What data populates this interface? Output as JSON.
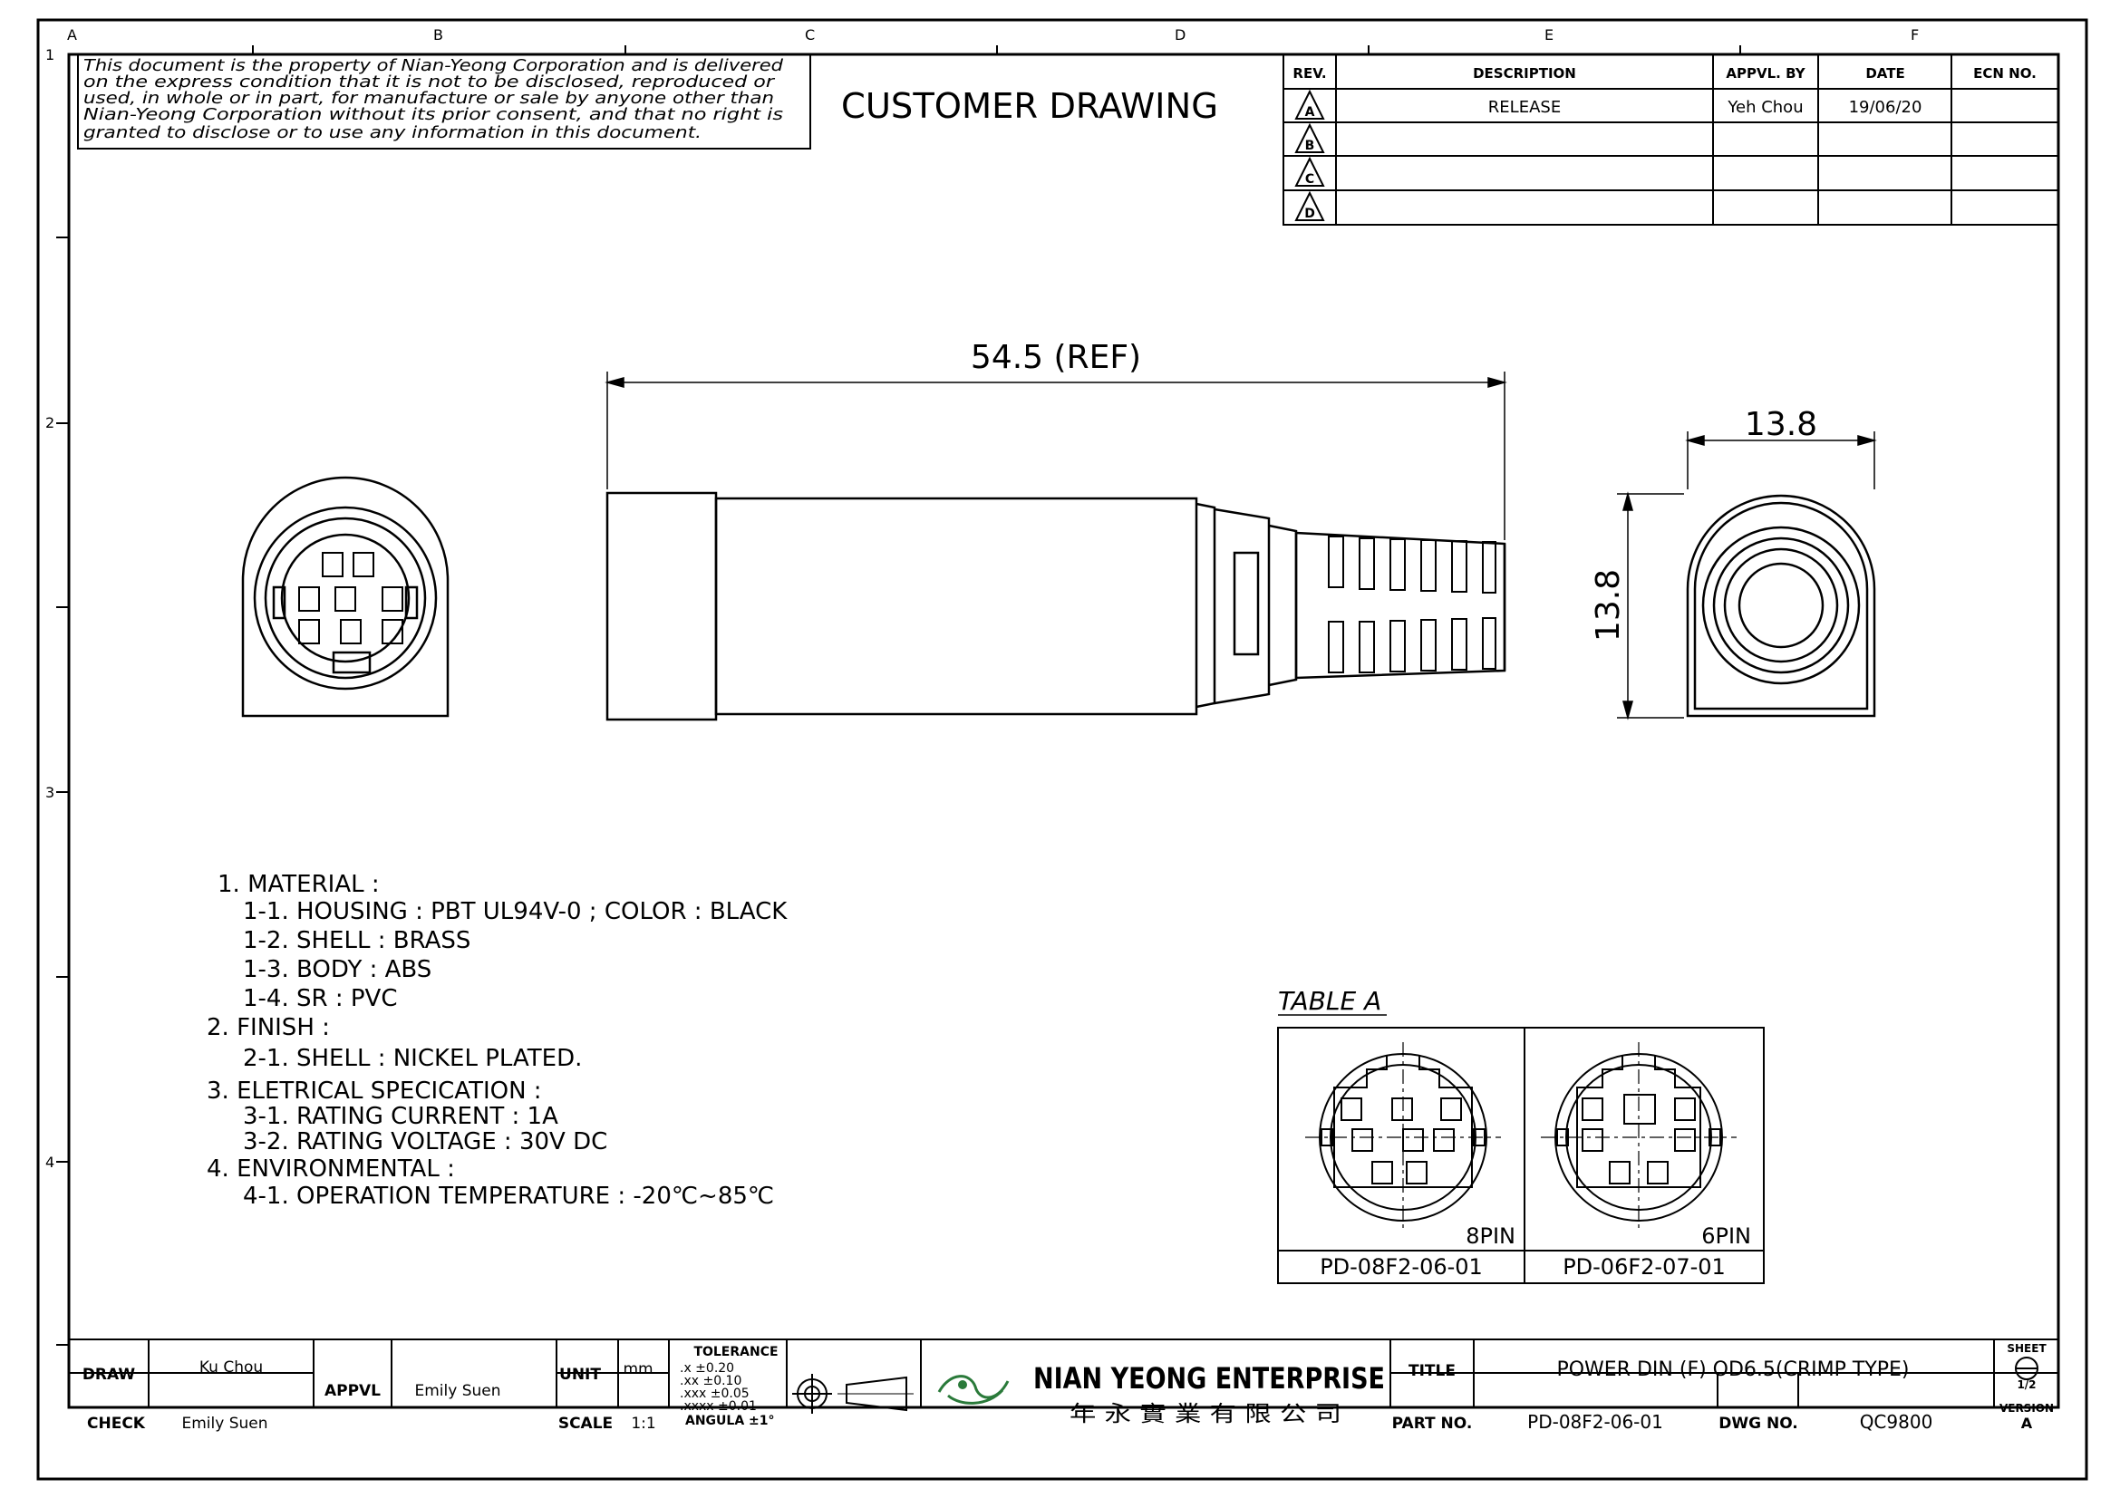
{
  "sheet": {
    "top_zone_letters": [
      "A",
      "B",
      "C",
      "D",
      "E",
      "F"
    ],
    "side_zone_numbers": [
      "1",
      "2",
      "3",
      "4"
    ]
  },
  "disclaimer": {
    "lines": [
      "This document is the property of Nian-Yeong Corporation and is delivered",
      "on the express condition that it is not to be disclosed, reproduced or",
      "used, in whole or in part, for manufacture or sale by anyone other than",
      "Nian-Yeong Corporation without its prior consent, and that no right is",
      "granted to disclose or to use any information in this document."
    ]
  },
  "drawing_title": "CUSTOMER DRAWING",
  "revision_table": {
    "headers": [
      "REV.",
      "DESCRIPTION",
      "APPVL. BY",
      "DATE",
      "ECN NO."
    ],
    "rows": [
      {
        "rev": "A",
        "description": "RELEASE",
        "approved_by": "Yeh Chou",
        "date": "19/06/20",
        "ecn": ""
      },
      {
        "rev": "B",
        "description": "",
        "approved_by": "",
        "date": "",
        "ecn": ""
      },
      {
        "rev": "C",
        "description": "",
        "approved_by": "",
        "date": "",
        "ecn": ""
      },
      {
        "rev": "D",
        "description": "",
        "approved_by": "",
        "date": "",
        "ecn": ""
      }
    ]
  },
  "dimensions": {
    "length": "54.5 (REF)",
    "width": "13.8",
    "height": "13.8"
  },
  "notes": [
    "1. MATERIAL :",
    "1-1. HOUSING : PBT UL94V-0 ; COLOR : BLACK",
    "1-2. SHELL : BRASS",
    "1-3. BODY : ABS",
    "1-4. SR : PVC",
    "2. FINISH :",
    "2-1. SHELL : NICKEL PLATED.",
    "3. ELETRICAL SPECICATION :",
    "3-1. RATING CURRENT : 1A",
    "3-2. RATING VOLTAGE : 30V DC",
    "4. ENVIRONMENTAL :",
    "4-1. OPERATION TEMPERATURE : -20℃~85℃"
  ],
  "table_a": {
    "title": "TABLE A",
    "cells": [
      {
        "pins": "8PIN",
        "part": "PD-08F2-06-01"
      },
      {
        "pins": "6PIN",
        "part": "PD-06F2-07-01"
      }
    ]
  },
  "title_block": {
    "draw_label": "DRAW",
    "draw_value": "Ku Chou",
    "check_label": "CHECK",
    "check_value": "Emily Suen",
    "appvl_label": "APPVL",
    "appvl_value": "Emily Suen",
    "unit_label": "UNIT",
    "unit_value": "mm",
    "scale_label": "SCALE",
    "scale_value": "1:1",
    "tolerance_title": "TOLERANCE",
    "tolerance_lines": [
      ".x ±0.20",
      ".xx ±0.10",
      ".xxx ±0.05",
      ".xxxx ±0.01",
      "ANGULA ±1°"
    ],
    "company_name": "NIAN YEONG ENTERPRISE",
    "company_chinese": "年 永 實 業 有 限 公 司",
    "title_label": "TITLE",
    "title_value": "POWER DIN (F) OD6.5(CRIMP TYPE)",
    "part_label": "PART NO.",
    "part_value": "PD-08F2-06-01",
    "dwg_label": "DWG NO.",
    "dwg_value": "QC9800",
    "sheet_label": "SHEET",
    "sheet_value": "1/2",
    "version_label": "VERSION",
    "version_value": "A"
  },
  "colors": {
    "ink": "#000000",
    "paper": "#ffffff"
  }
}
